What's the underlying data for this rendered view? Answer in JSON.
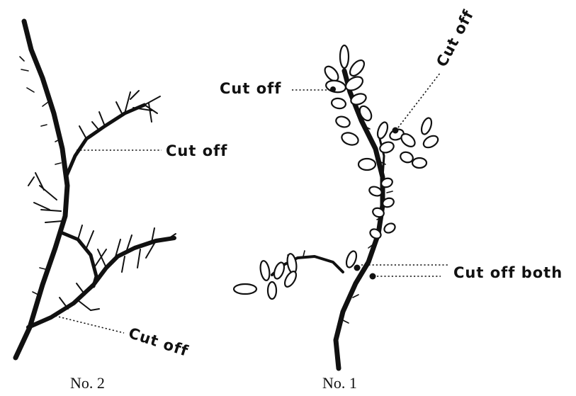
{
  "figures": [
    {
      "id": "no2",
      "caption": "No. 2",
      "labels": [
        {
          "id": "upper",
          "text": "Cut off"
        },
        {
          "id": "lower",
          "text": "Cut off"
        }
      ]
    },
    {
      "id": "no1",
      "caption": "No. 1",
      "labels": [
        {
          "id": "top-left",
          "text": "Cut off"
        },
        {
          "id": "top-right",
          "text": "Cut off"
        },
        {
          "id": "lower-right",
          "text": "Cut off both"
        }
      ]
    }
  ]
}
